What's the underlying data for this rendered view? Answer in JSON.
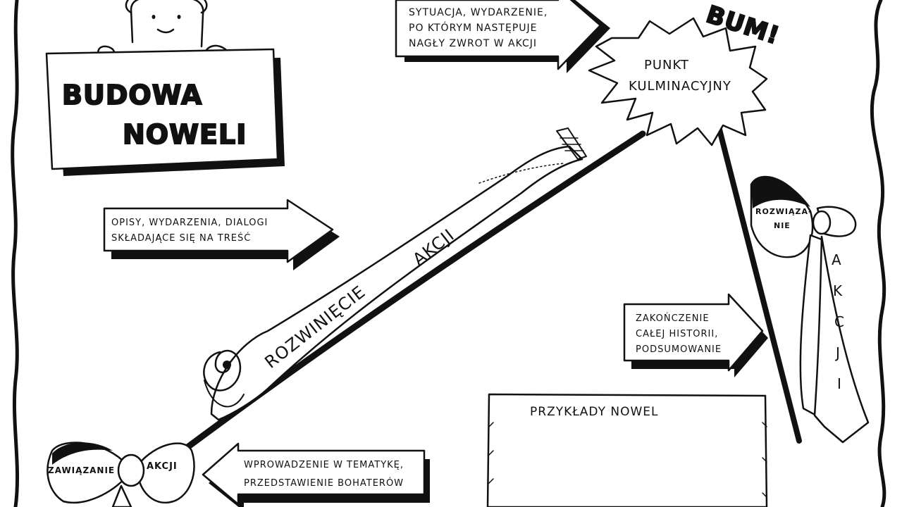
{
  "title": {
    "line1": "BUDOWA",
    "line2": "NOWELI"
  },
  "explosion": {
    "label_line1": "PUNKT",
    "label_line2": "KULMINACYJNY",
    "sound": "BUM!"
  },
  "arrows": {
    "climax_note": [
      "SYTUACJA, WYDARZENIE,",
      "PO KTÓRYM NASTĘPUJE",
      "NAGŁY ZWROT W AKCJI"
    ],
    "development_note": [
      "OPISY, WYDARZENIA, DIALOGI",
      "SKŁADAJĄCE SIĘ NA TREŚĆ"
    ],
    "resolution_note": [
      "ZAKOŃCZENIE",
      "CAŁEJ HISTORII,",
      "PODSUMOWANIE"
    ],
    "exposition_note": [
      "WPROWADZENIE W TEMATYKĘ,",
      "PRZEDSTAWIENIE BOHATERÓW"
    ]
  },
  "scroll_label": {
    "part1": "ROZWINIĘCIE",
    "part2": "AKCJI"
  },
  "bow_left": {
    "left": "ZAWIĄZANIE",
    "right": "AKCJI"
  },
  "bow_right": {
    "top_line1": "ROZWIĄZA-",
    "top_line2": "NIE",
    "ribbon_letters": [
      "A",
      "K",
      "C",
      "J",
      "I"
    ]
  },
  "examples_box": {
    "title": "PRZYKŁADY NOWEL"
  }
}
